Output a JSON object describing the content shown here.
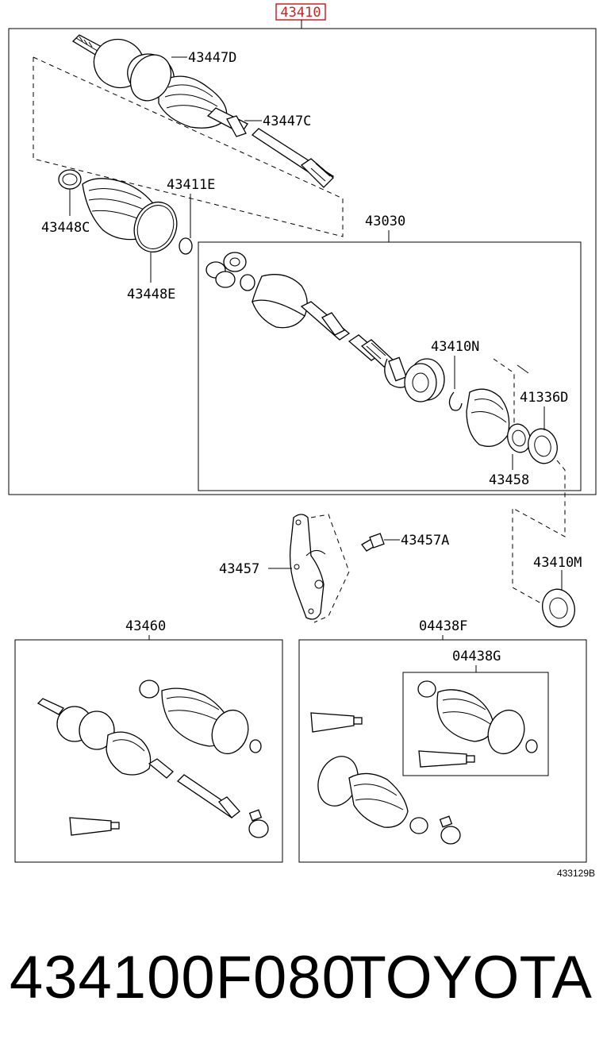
{
  "diagram": {
    "top_label": "43410",
    "figure_number": "433129B",
    "accent_color": "#d02020",
    "labels": {
      "p43447D": "43447D",
      "p43447C": "43447C",
      "p43411E": "43411E",
      "p43448C": "43448C",
      "p43448E": "43448E",
      "p43030": "43030",
      "p43410N": "43410N",
      "p41336D": "41336D",
      "p43458": "43458",
      "p43457A": "43457A",
      "p43457": "43457",
      "p43410M": "43410M",
      "p43460": "43460",
      "p04438F": "04438F",
      "p04438G": "04438G"
    }
  },
  "footer": {
    "part_number": "434100F080",
    "brand": "TOYOTA"
  }
}
